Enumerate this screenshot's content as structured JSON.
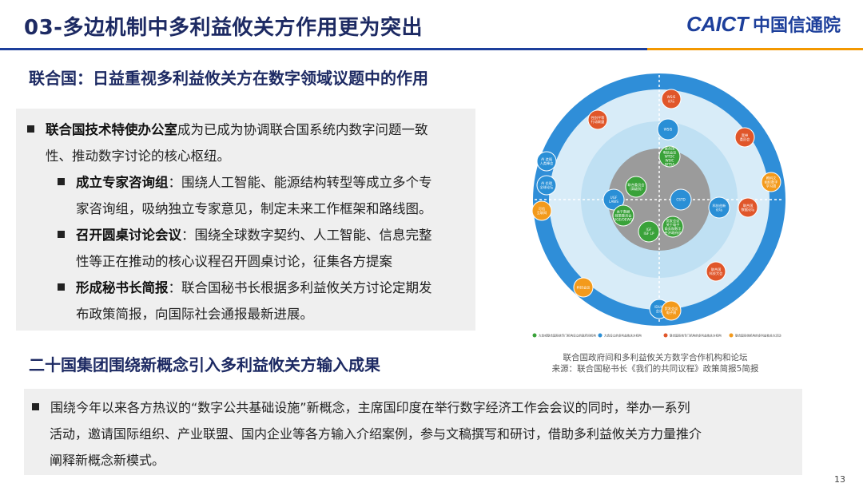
{
  "header": {
    "title": "03-多边机制中多利益攸关方作用更为突出",
    "logo_en": "CAICT",
    "logo_cn": "中国信通院"
  },
  "section1": {
    "heading": "联合国：日益重视多利益攸关方在数字领域议题中的作用",
    "bullet_main_bold": "联合国技术特使办公室",
    "bullet_main_text_line1": "成为已成为协调联合国系统内数字问题一致",
    "bullet_main_text_line2": "性、推动数字讨论的核心枢纽。",
    "sub_bullets": [
      {
        "bold": "成立专家咨询组",
        "line1": "：围绕人工智能、能源结构转型等成立多个专",
        "line2": "家咨询组，吸纳独立专家意见，制定未来工作框架和路线图。"
      },
      {
        "bold": "召开圆桌讨论会议",
        "line1": "：围绕全球数字契约、人工智能、信息完整",
        "line2": "性等正在推动的核心议程召开圆桌讨论，征集各方提案"
      },
      {
        "bold": "形成秘书长简报",
        "line1": "：联合国秘书长根据多利益攸关方讨论定期发",
        "line2": "布政策简报，向国际社会通报最新进展。"
      }
    ]
  },
  "diagram": {
    "outer_nodes": [
      {
        "label": "WSIS\n论坛",
        "color": "#e0562a"
      },
      {
        "label": "性别平等\n行动联盟",
        "color": "#e0562a"
      },
      {
        "label": "宽带\n委员会",
        "color": "#e0562a"
      },
      {
        "label": "AI 造福\n人类峰会",
        "color": "#2a8fd6"
      },
      {
        "label": "教科文\n组织数字\n学习周",
        "color": "#f39a1c"
      },
      {
        "label": "AI 伦理\n全球论坛",
        "color": "#2a8fd6"
      },
      {
        "label": "联合国\n数据论坛",
        "color": "#e0562a"
      },
      {
        "label": "可信\n互联网",
        "color": "#f39a1c"
      },
      {
        "label": "联合国\n科技大会",
        "color": "#e0562a"
      },
      {
        "label": "科技会议",
        "color": "#f39a1c"
      },
      {
        "label": "IDUAI\n会议",
        "color": "#2a8fd6"
      },
      {
        "label": "贸发会议\n电子周",
        "color": "#f39a1c"
      }
    ],
    "middle_nodes": [
      {
        "label": "WSIS",
        "color": "#2a8fd6"
      },
      {
        "label": "UGF\nLAWS",
        "color": "#2a8fd6"
      },
      {
        "label": "CSTD",
        "color": "#2a8fd6"
      },
      {
        "label": "科技创新\n论坛",
        "color": "#2a8fd6"
      }
    ],
    "inner_nodes": [
      {
        "label": "联合国\n电信会议\nWTDC\nWSIC\nWTSA",
        "color": "#3aa23a"
      },
      {
        "label": "联合委员会\n（高级别）",
        "color": "#3aa23a"
      },
      {
        "label": "关于数据\n政策委员会\nUGE/OEWG",
        "color": "#3aa23a"
      },
      {
        "label": "IGF\nIGF LP",
        "color": "#3aa23a"
      },
      {
        "label": "贸发会议\n关于电子\n商务和数字\n经济政府间",
        "color": "#3aa23a"
      }
    ],
    "legend": [
      {
        "label": "大会或联合国系统专门机构设立的政府间机构",
        "color": "#3aa23a"
      },
      {
        "label": "大会设立的多利益攸关方机构",
        "color": "#2a8fd6"
      },
      {
        "label": "联合国系统专门机构的多利益攸关方机构",
        "color": "#e0562a"
      },
      {
        "label": "联合国系统机构的多利益攸关方活动",
        "color": "#f39a1c"
      }
    ]
  },
  "caption": {
    "line1": "联合国政府间和多利益攸关方数字合作机构和论坛",
    "line2": "来源：联合国秘书长《我们的共同议程》政策简报5简报"
  },
  "section2": {
    "heading": "二十国集团围绕新概念引入多利益攸关方输入成果",
    "line1": "围绕今年以来各方热议的“数字公共基础设施”新概念，主席国印度在举行数字经济工作会会议的同时，举办一系列",
    "line2": "活动，邀请国际组织、产业联盟、国内企业等各方输入介绍案例，参与文稿撰写和研讨，借助多利益攸关方力量推介",
    "line3": "阐释新概念新模式。"
  },
  "page_number": "13",
  "colors": {
    "navy": "#1d2a63",
    "brand_blue": "#1d3f9b",
    "accent_orange": "#f39800"
  }
}
